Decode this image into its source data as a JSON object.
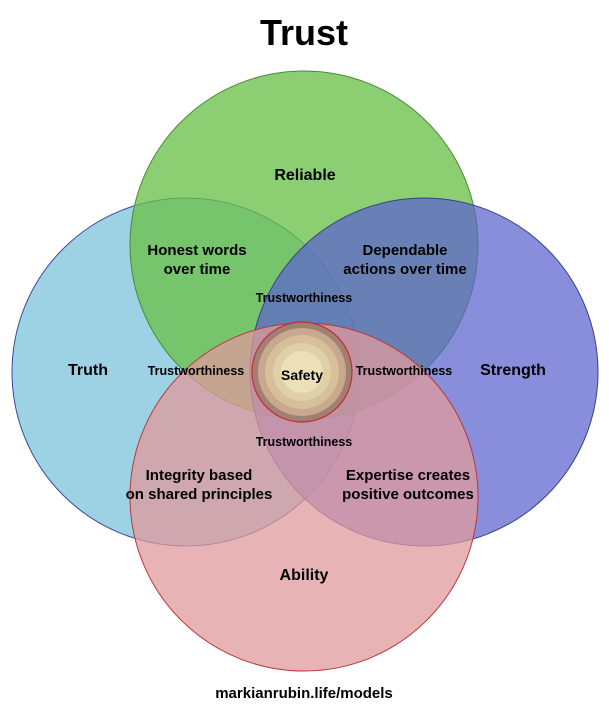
{
  "title": "Trust",
  "footer": "markianrubin.life/models",
  "circles": {
    "reliable": {
      "label": "Reliable",
      "color": "#6cc04a"
    },
    "truth": {
      "label": "Truth",
      "color": "#7cc3dc"
    },
    "strength": {
      "label": "Strength",
      "color": "#5a63cf"
    },
    "ability": {
      "label": "Ability",
      "color": "#e09a9c"
    }
  },
  "overlaps": {
    "truth_reliable": [
      "Honest words",
      "over time"
    ],
    "reliable_strength": [
      "Dependable",
      "actions over time"
    ],
    "truth_ability": [
      "Integrity based",
      "on shared principles"
    ],
    "strength_ability": [
      "Expertise creates",
      "positive outcomes"
    ]
  },
  "trustworthiness": {
    "top": "Trustworthiness",
    "left": "Trustworthiness",
    "right": "Trustworthiness",
    "bottom": "Trustworthiness"
  },
  "center": {
    "label": "Safety"
  }
}
